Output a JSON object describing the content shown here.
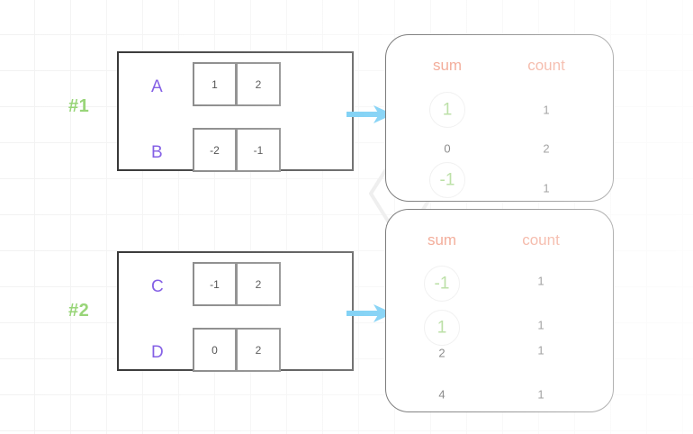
{
  "diagram": {
    "title": "two-pass sum-count aggregation diagram",
    "colors": {
      "matrix_label": "#6b3fe0",
      "step_label": "#8ed16b",
      "column_header": "#e8603c",
      "highlight_value": "#7cc354",
      "arrow": "#35b6ef",
      "link_line": "#e0e0e0",
      "border": "#1a1a1a"
    }
  },
  "steps": [
    {
      "name": "step-1",
      "label": "#1"
    },
    {
      "name": "step-2",
      "label": "#2"
    }
  ],
  "blocks": [
    {
      "name": "block-1",
      "rows": [
        {
          "label": "A",
          "cells": [
            "1",
            "2"
          ]
        },
        {
          "label": "B",
          "cells": [
            "-2",
            "-1"
          ]
        }
      ]
    },
    {
      "name": "block-2",
      "rows": [
        {
          "label": "C",
          "cells": [
            "-1",
            "2"
          ]
        },
        {
          "label": "D",
          "cells": [
            "0",
            "2"
          ]
        }
      ]
    }
  ],
  "panels": [
    {
      "name": "panel-1",
      "headers": {
        "sum": "sum",
        "count": "count"
      },
      "rows": [
        {
          "sum": "1",
          "count": "1",
          "highlight": true
        },
        {
          "sum": "0",
          "count": "2",
          "highlight": false
        },
        {
          "sum": "-1",
          "count": "1",
          "highlight": true
        }
      ]
    },
    {
      "name": "panel-2",
      "headers": {
        "sum": "sum",
        "count": "count"
      },
      "rows": [
        {
          "sum": "-1",
          "count": "1",
          "highlight": true
        },
        {
          "sum": "1",
          "count": "1",
          "highlight": true
        },
        {
          "sum": "2",
          "count": "1",
          "highlight": false
        },
        {
          "sum": "4",
          "count": "1",
          "highlight": false
        }
      ]
    }
  ],
  "arrows": [
    {
      "name": "arrow-block1-to-panel1"
    },
    {
      "name": "arrow-block2-to-panel2"
    }
  ]
}
